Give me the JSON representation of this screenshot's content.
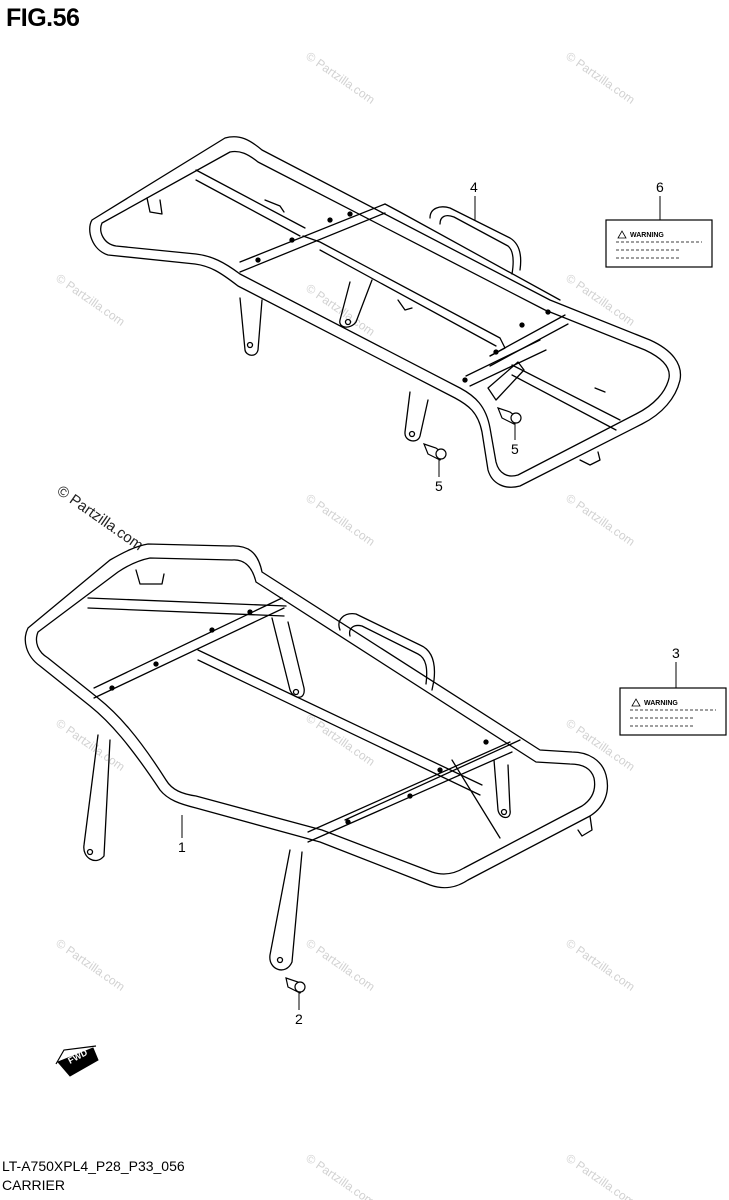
{
  "figure": {
    "title": "FIG.56"
  },
  "callouts": {
    "c1": "1",
    "c2": "2",
    "c3": "3",
    "c4": "4",
    "c5a": "5",
    "c5b": "5",
    "c6": "6"
  },
  "warning_labels": {
    "upper": "WARNING",
    "lower": "WARNING"
  },
  "fwd_badge": "FWD",
  "watermark": {
    "text": "© Partzilla.com"
  },
  "footer": {
    "code": "LT-A750XPL4_P28_P33_056",
    "name": "CARRIER"
  }
}
